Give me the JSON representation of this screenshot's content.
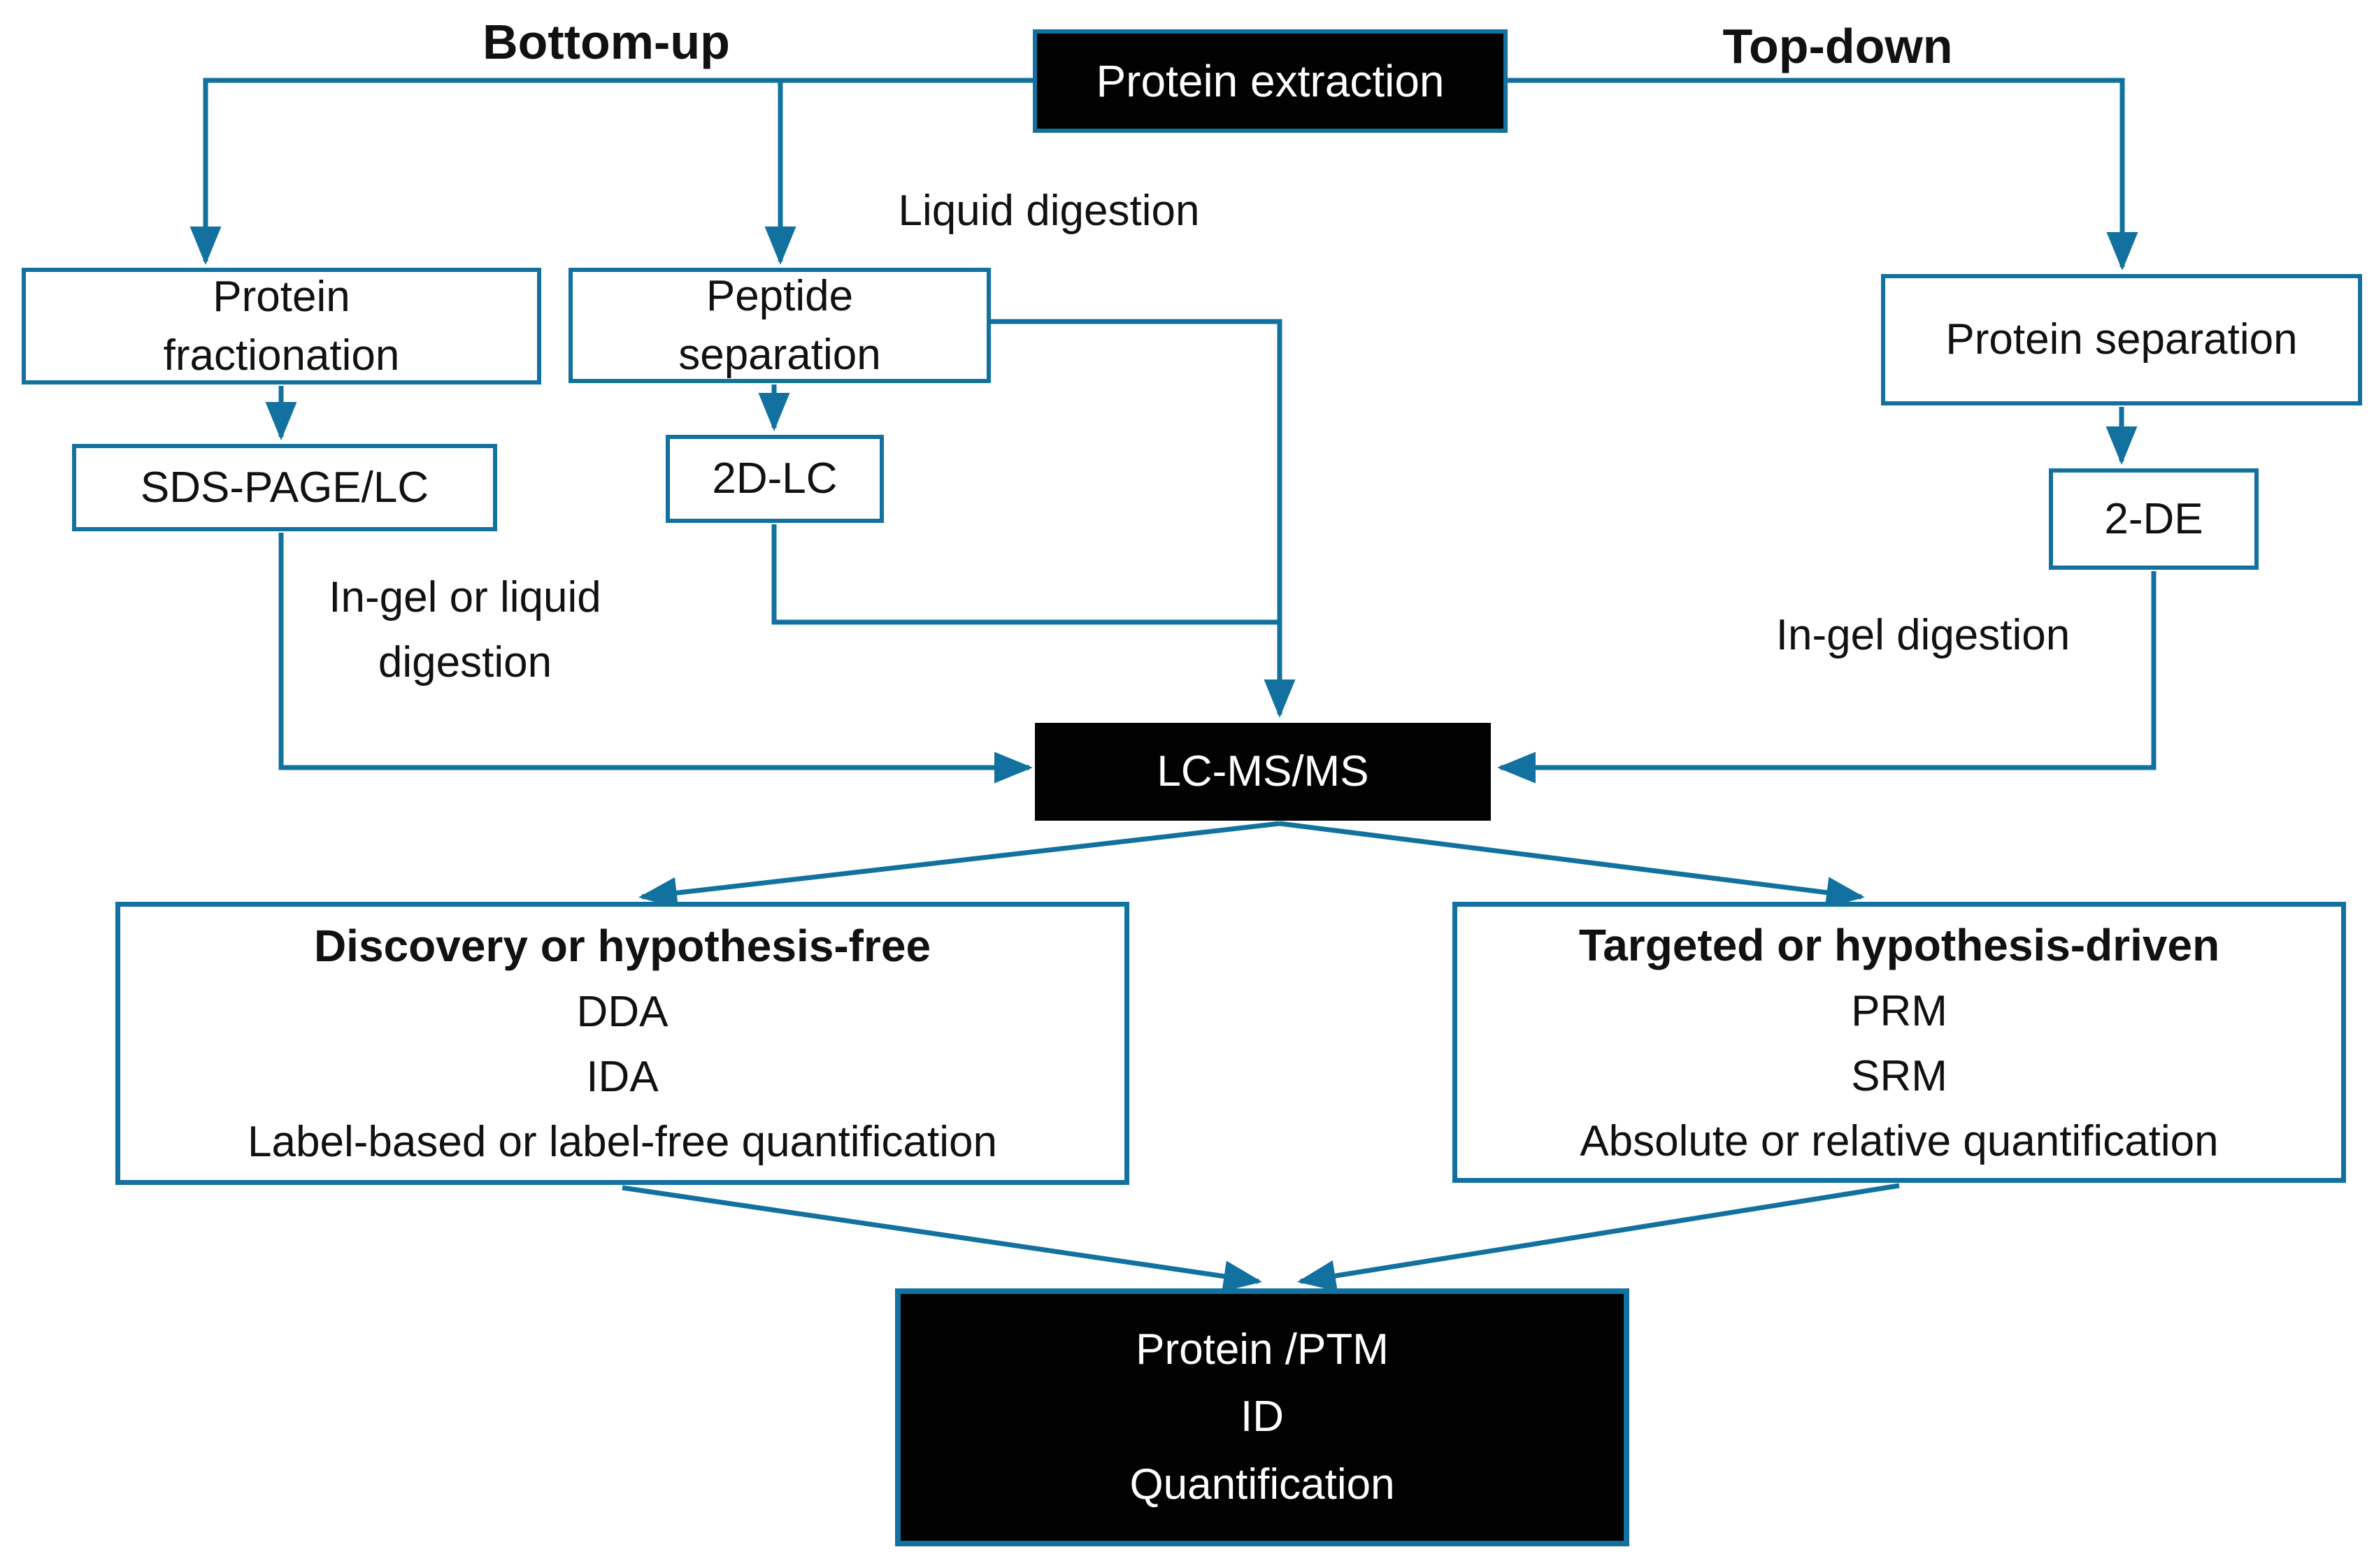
{
  "diagram": {
    "branch_labels": {
      "left": "Bottom-up",
      "right": "Top-down"
    },
    "nodes": {
      "protein_extraction": "Protein extraction",
      "protein_fractionation": "Protein\nfractionation",
      "peptide_separation": "Peptide\nseparation",
      "protein_separation": "Protein separation",
      "sds_page_lc": "SDS-PAGE/LC",
      "two_d_lc": "2D-LC",
      "two_de": "2-DE",
      "lc_msms": "LC-MS/MS",
      "discovery": {
        "title": "Discovery or hypothesis-free",
        "line2": "DDA",
        "line3": "IDA",
        "line4": "Label-based or label-free quantification"
      },
      "targeted": {
        "title": "Targeted or hypothesis-driven",
        "line2": "PRM",
        "line3": "SRM",
        "line4": "Absolute or relative quantification"
      },
      "final": {
        "line1": "Protein /PTM",
        "line2": "ID",
        "line3": "Quantification"
      }
    },
    "edge_labels": {
      "liquid_digestion": "Liquid digestion",
      "in_gel_or_liquid_digestion": "In-gel or liquid\ndigestion",
      "in_gel_digestion": "In-gel digestion"
    },
    "colors": {
      "line": "#12719e",
      "black_box_background": "#020202",
      "white_box_background": "#ffffff",
      "dark_text": "#111111",
      "light_text": "#ffffff"
    }
  }
}
